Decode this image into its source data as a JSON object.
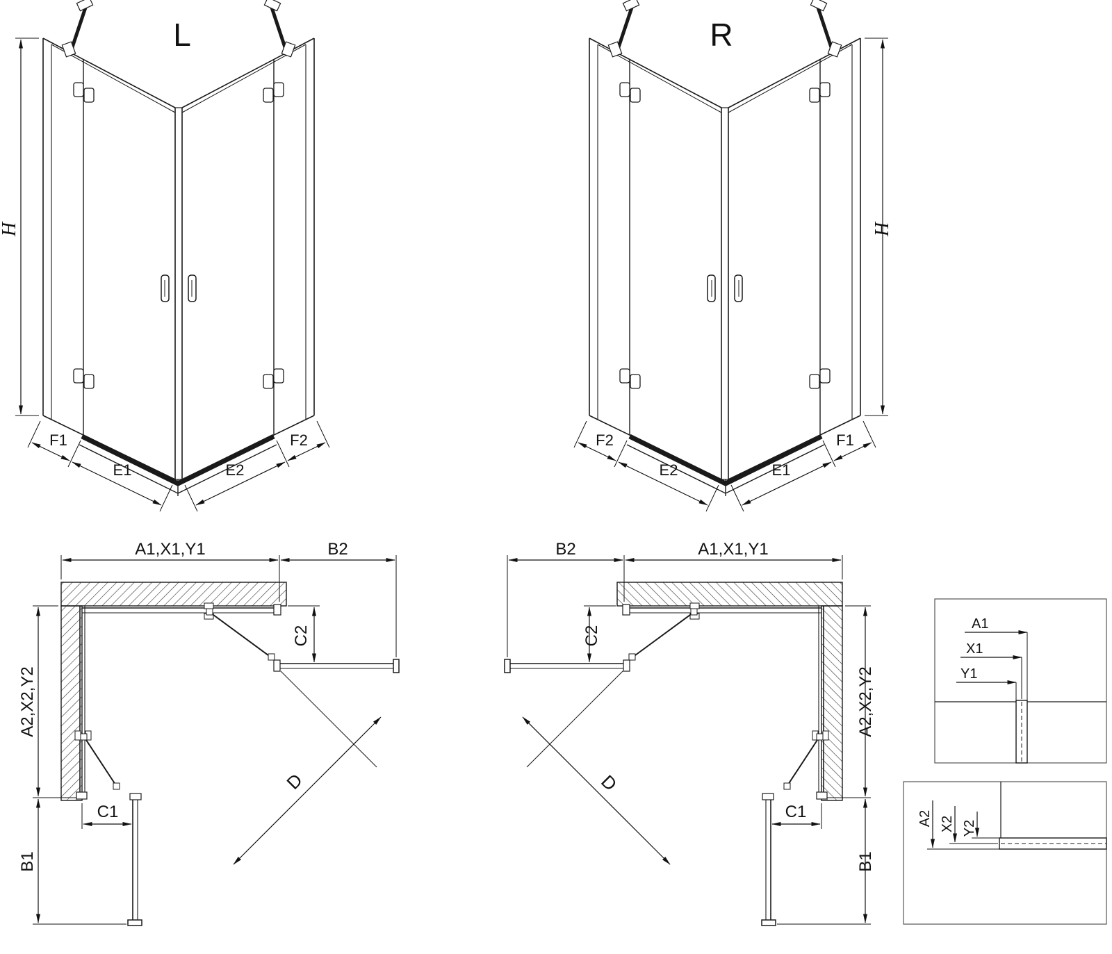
{
  "front_view_left": {
    "title": "L",
    "height": "H",
    "f1": "F1",
    "e1": "E1",
    "e2": "E2",
    "f2": "F2"
  },
  "front_view_right": {
    "title": "R",
    "height": "H",
    "f1": "F1",
    "e1": "E1",
    "e2": "E2",
    "f2": "F2"
  },
  "plan_left": {
    "width_top": "A1,X1,Y1",
    "door_b2": "B2",
    "offset_c2": "C2",
    "depth_left": "A2,X2,Y2",
    "offset_c1": "C1",
    "door_b1": "B1",
    "diagonal_d": "D"
  },
  "plan_right": {
    "width_top": "A1,X1,Y1",
    "door_b2": "B2",
    "offset_c2": "C2",
    "depth_left": "A2,X2,Y2",
    "offset_c1": "C1",
    "door_b1": "B1",
    "diagonal_d": "D"
  },
  "detail_top": {
    "a1": "A1",
    "x1": "X1",
    "y1": "Y1"
  },
  "detail_bottom": {
    "a2": "A2",
    "x2": "X2",
    "y2": "Y2"
  }
}
